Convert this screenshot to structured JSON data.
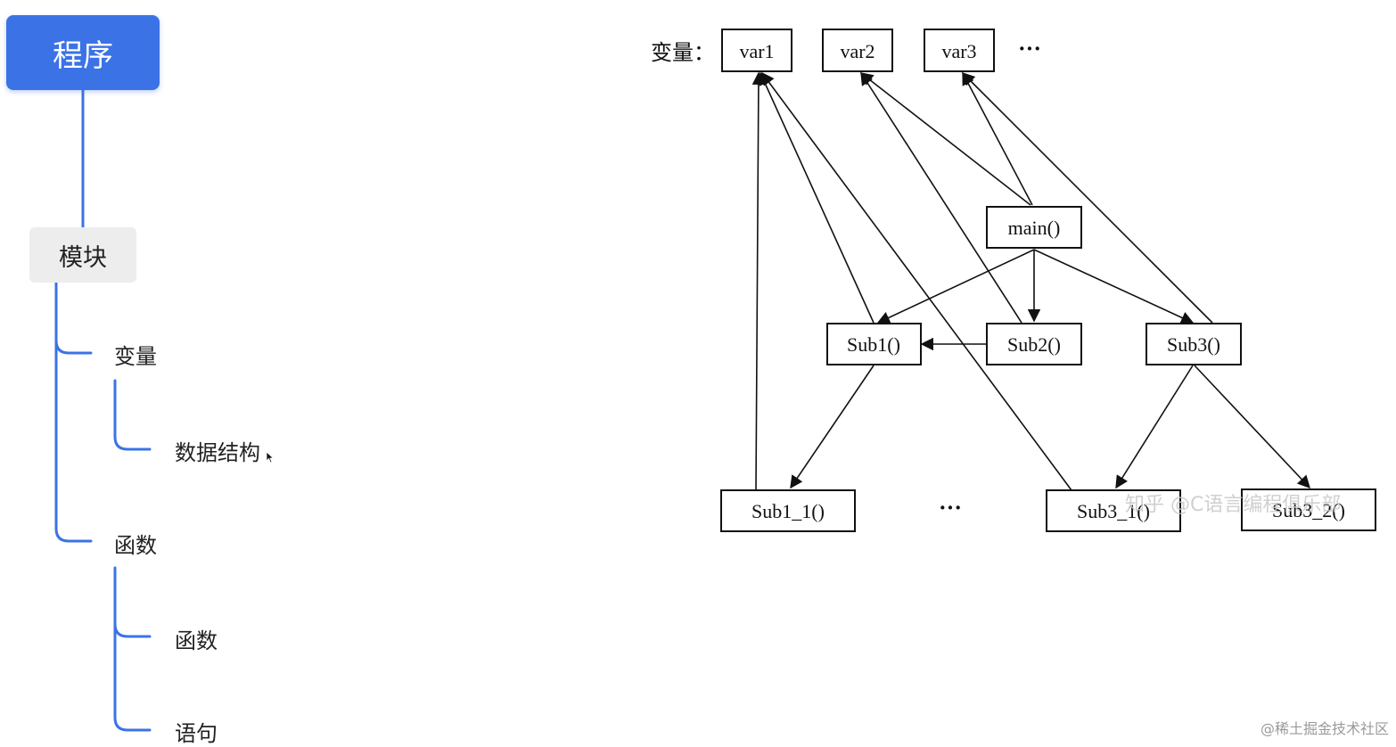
{
  "mindmap": {
    "root": "程序",
    "module": "模块",
    "variable": "变量",
    "data_structure": "数据结构",
    "function": "函数",
    "sub_function": "函数",
    "statement": "语句"
  },
  "diagram": {
    "var_prefix": "变量：",
    "vars": [
      "var1",
      "var2",
      "var3"
    ],
    "vars_ellipsis": "···",
    "main": "main()",
    "sub1": "Sub1()",
    "sub2": "Sub2()",
    "sub3": "Sub3()",
    "sub1_1": "Sub1_1()",
    "mid_ellipsis": "···",
    "sub3_1": "Sub3_1()",
    "sub3_2": "Sub3_2()",
    "watermark": "知乎 @C语言编程俱乐部"
  },
  "footer": {
    "watermark": "@稀土掘金技术社区"
  },
  "colors": {
    "root_bg": "#3b73e6",
    "branch_line": "#3b73e6",
    "module_bg": "#ededed"
  }
}
